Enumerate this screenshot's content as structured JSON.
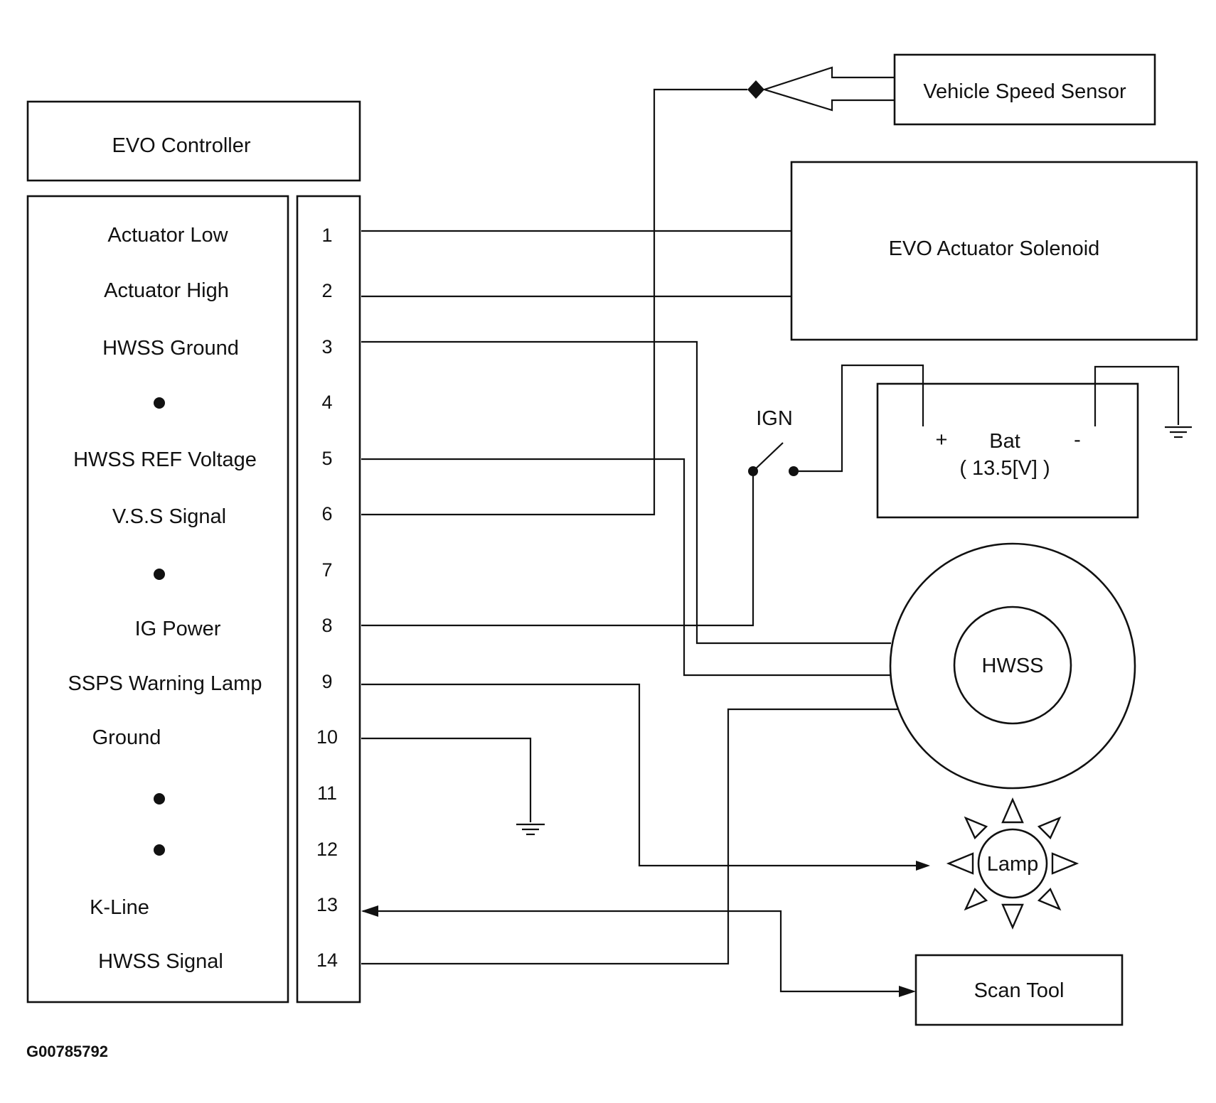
{
  "controller": {
    "title": "EVO Controller",
    "pins": [
      {
        "num": "1",
        "label": "Actuator Low"
      },
      {
        "num": "2",
        "label": "Actuator High"
      },
      {
        "num": "3",
        "label": "HWSS  Ground"
      },
      {
        "num": "4",
        "label": ""
      },
      {
        "num": "5",
        "label": "HWSS REF Voltage"
      },
      {
        "num": "6",
        "label": "V.S.S Signal"
      },
      {
        "num": "7",
        "label": ""
      },
      {
        "num": "8",
        "label": "IG Power"
      },
      {
        "num": "9",
        "label": "SSPS Warning Lamp"
      },
      {
        "num": "10",
        "label": "Ground"
      },
      {
        "num": "11",
        "label": ""
      },
      {
        "num": "12",
        "label": ""
      },
      {
        "num": "13",
        "label": "K-Line"
      },
      {
        "num": "14",
        "label": "HWSS  Signal"
      }
    ]
  },
  "components": {
    "vss": "Vehicle Speed Sensor",
    "solenoid": "EVO Actuator Solenoid",
    "ign": "IGN",
    "battery": {
      "plus": "+",
      "minus": "-",
      "name": "Bat",
      "voltage": "( 13.5[V] )"
    },
    "hwss": "HWSS",
    "lamp": "Lamp",
    "scan_tool": "Scan Tool"
  },
  "figure_id": "G00785792"
}
